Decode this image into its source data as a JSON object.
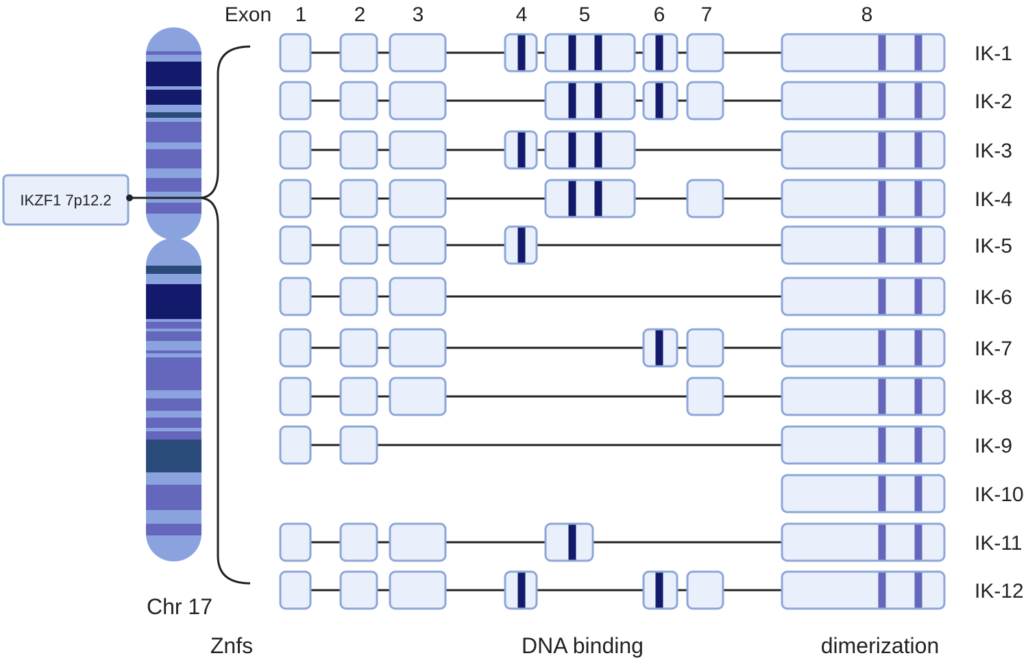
{
  "header": {
    "exon_title": "Exon"
  },
  "exon_numbers": [
    "1",
    "2",
    "3",
    "4",
    "5",
    "6",
    "7",
    "8"
  ],
  "gene_locus": "IKZF1 7p12.2",
  "chromosome_label": "Chr 17",
  "domains": {
    "left": "Znfs",
    "middle": "DNA binding",
    "right": "dimerization"
  },
  "isoforms": [
    {
      "name": "IK-1",
      "exons": [
        1,
        2,
        3,
        4,
        5,
        6,
        7,
        8
      ]
    },
    {
      "name": "IK-2",
      "exons": [
        1,
        2,
        3,
        5,
        6,
        7,
        8
      ]
    },
    {
      "name": "IK-3",
      "exons": [
        1,
        2,
        3,
        4,
        5,
        8
      ]
    },
    {
      "name": "IK-4",
      "exons": [
        1,
        2,
        3,
        5,
        7,
        8
      ]
    },
    {
      "name": "IK-5",
      "exons": [
        1,
        2,
        3,
        4,
        8
      ]
    },
    {
      "name": "IK-6",
      "exons": [
        1,
        2,
        3,
        8
      ]
    },
    {
      "name": "IK-7",
      "exons": [
        1,
        2,
        3,
        6,
        7,
        8
      ]
    },
    {
      "name": "IK-8",
      "exons": [
        1,
        2,
        3,
        7,
        8
      ]
    },
    {
      "name": "IK-9",
      "exons": [
        1,
        2,
        8
      ]
    },
    {
      "name": "IK-10",
      "exons": [
        8
      ]
    },
    {
      "name": "IK-11",
      "exons": [
        1,
        2,
        3,
        "5p",
        8
      ]
    },
    {
      "name": "IK-12",
      "exons": [
        1,
        2,
        3,
        4,
        6,
        7,
        8
      ]
    }
  ],
  "colors": {
    "exon_fill": "#e9f0fb",
    "exon_stroke": "#8ca6d9",
    "znf_band": "#141a6b",
    "dimer_band": "#6467bb",
    "intron_line": "#222222",
    "chrom_light": "#8aa3df",
    "chrom_dark": "#141a6b",
    "chrom_mid": "#6467bb",
    "chrom_slate": "#2a4a7a",
    "chrom_pale": "#a9bdec"
  }
}
